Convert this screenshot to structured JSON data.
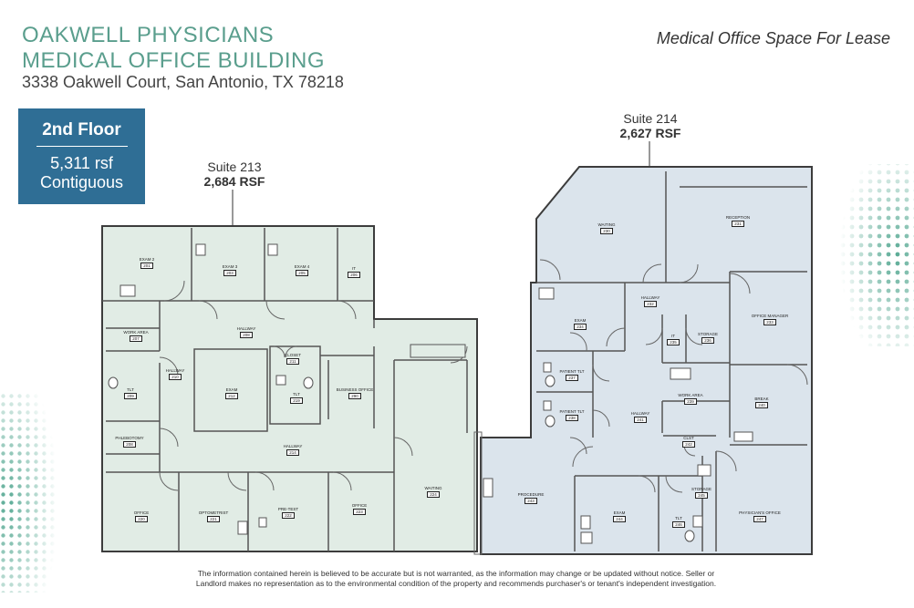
{
  "header": {
    "title_line1": "OAKWELL PHYSICIANS",
    "title_line2": "MEDICAL OFFICE BUILDING",
    "address": "3338 Oakwell Court, San Antonio, TX 78218",
    "tagline": "Medical Office Space For Lease"
  },
  "floor_box": {
    "floor": "2nd Floor",
    "size": "5,311 rsf",
    "note": "Contiguous"
  },
  "suites": [
    {
      "name": "Suite 213",
      "size": "2,684 RSF"
    },
    {
      "name": "Suite 214",
      "size": "2,627 RSF"
    }
  ],
  "rooms": [
    {
      "label": "EXAM 2",
      "num": "201"
    },
    {
      "label": "EXAM 3",
      "num": "203"
    },
    {
      "label": "EXAM 4",
      "num": "205"
    },
    {
      "label": "IT",
      "num": "206"
    },
    {
      "label": "WORK AREA",
      "num": "207"
    },
    {
      "label": "HALLWAY",
      "num": "208"
    },
    {
      "label": "HALLWAY",
      "num": "210"
    },
    {
      "label": "CLOSET",
      "num": "211"
    },
    {
      "label": "TLT",
      "num": "209"
    },
    {
      "label": "EXAM",
      "num": "212"
    },
    {
      "label": "TLT",
      "num": "219"
    },
    {
      "label": "BUSINESS OFFICE",
      "num": "290"
    },
    {
      "label": "PHLEBOTOMY",
      "num": "208"
    },
    {
      "label": "HALLWAY",
      "num": "214"
    },
    {
      "label": "OFFICE",
      "num": "220"
    },
    {
      "label": "OPTOMETRIST",
      "num": "221"
    },
    {
      "label": "PRE-TEST",
      "num": "222"
    },
    {
      "label": "OFFICE",
      "num": "223"
    },
    {
      "label": "WAITING",
      "num": "224"
    },
    {
      "label": "WAITING",
      "num": "230"
    },
    {
      "label": "RECEPTION",
      "num": "231"
    },
    {
      "label": "HALLWAY",
      "num": "232"
    },
    {
      "label": "OFFICE MANAGER",
      "num": "233"
    },
    {
      "label": "EXAM",
      "num": "234"
    },
    {
      "label": "IT",
      "num": "235"
    },
    {
      "label": "STORAGE",
      "num": "236"
    },
    {
      "label": "PATIENT TLT",
      "num": "237"
    },
    {
      "label": "PATIENT TLT",
      "num": "238"
    },
    {
      "label": "WORK AREA",
      "num": "239"
    },
    {
      "label": "BREAK",
      "num": "240"
    },
    {
      "label": "HALLWAY",
      "num": "241"
    },
    {
      "label": "CLST",
      "num": "242"
    },
    {
      "label": "PROCEDURE",
      "num": "243"
    },
    {
      "label": "EXAM",
      "num": "244"
    },
    {
      "label": "STORAGE",
      "num": "245"
    },
    {
      "label": "TLT",
      "num": "246"
    },
    {
      "label": "PHYSICIAN'S OFFICE",
      "num": "247"
    }
  ],
  "disclaimer_line1": "The information contained herein is believed to be accurate but is not warranted, as the information may change or be updated without notice. Seller or",
  "disclaimer_line2": "Landlord makes no representation as to the environmental condition of the property and recommends purchaser's or tenant's independent investigation.",
  "colors": {
    "title_teal": "#5a9e8d",
    "floor_box_blue": "#2f6e95",
    "suite213_fill": "#e1ece5",
    "suite214_fill": "#dbe4ec",
    "dots_teal": "#57a993"
  }
}
